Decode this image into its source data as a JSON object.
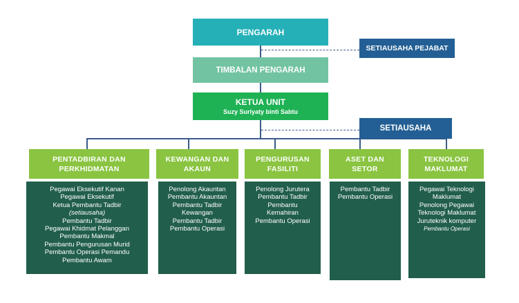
{
  "director": "PENGARAH",
  "deputy": "TIMBALAN PENGARAH",
  "head": {
    "title": "KETUA UNIT",
    "name": "Suzy Suriyaty binti Sabtu"
  },
  "office_secretary": "SETIAUSAHA PEJABAT",
  "secretary": "SETIAUSAHA",
  "departments": [
    {
      "line1": "PENTADBIRAN DAN",
      "line2": "PERKHIDMATAN"
    },
    {
      "line1": "KEWANGAN DAN",
      "line2": "AKAUN"
    },
    {
      "line1": "PENGURUSAN",
      "line2": "FASILITI"
    },
    {
      "line1": "ASET DAN",
      "line2": "SETOR"
    },
    {
      "line1": "TEKNOLOGI",
      "line2": "MAKLUMAT"
    }
  ],
  "staff": [
    [
      "Pegawai Eksekutif Kanan",
      "Pegawai Eksekutif",
      "Ketua Pembantu Tadbir",
      "(setiausaha)",
      "Pembantu Tadbir",
      "Pegawai Khidmat Pelanggan",
      "Pembantu Makmal",
      "Pembantu Pengurusan Murid",
      "Pembantu Operasi Pemandu",
      "Pembantu Awam"
    ],
    [
      "Penolong Akauntan",
      "Pembantu Akauntan",
      "Pembantu Tadbir",
      "Kewangan",
      "Pembantu Tadbir",
      "Pembantu Operasi"
    ],
    [
      "Penolong Jurutera",
      "Pembantu Tadbir",
      "Pembantu",
      "Kemahiran",
      "Pembantu Operasi"
    ],
    [
      "Pembantu Tadbir",
      "Pembantu Operasi"
    ],
    [
      "Pegawai Teknologi",
      "Maklumat",
      "Penolong Pegawai",
      "Teknologi Maklumat",
      "Juruteknik komputer",
      "Pembantu Operasi"
    ]
  ],
  "colors": {
    "director": "#25b0b8",
    "deputy": "#72c3a2",
    "head": "#1fb255",
    "secretary": "#235f94",
    "department": "#8ac441",
    "staff": "#215e4b",
    "connector": "#3a5a8a"
  }
}
